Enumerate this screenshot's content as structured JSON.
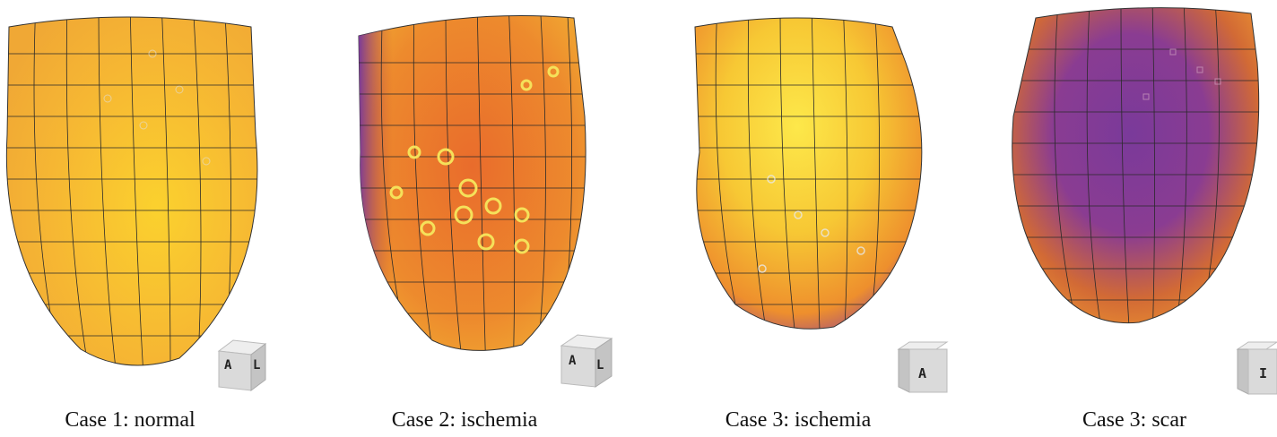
{
  "panels": [
    {
      "caption": "Case 1: normal",
      "cube_labels": [
        "A",
        "L"
      ],
      "dominant_color": "#f7b733"
    },
    {
      "caption": "Case 2: ischemia",
      "cube_labels": [
        "A",
        "L"
      ],
      "dominant_color": "#e8792a"
    },
    {
      "caption": "Case 3: ischemia",
      "cube_labels": [
        "A"
      ],
      "dominant_color": "#f4c733"
    },
    {
      "caption": "Case 3: scar",
      "cube_labels": [
        "I"
      ],
      "dominant_color": "#8a3a9a"
    }
  ],
  "colors": {
    "bright_yellow": "#fde84a",
    "orange": "#e8782a",
    "purple": "#7a3a9a",
    "grid_line": "#2a2a2a"
  }
}
